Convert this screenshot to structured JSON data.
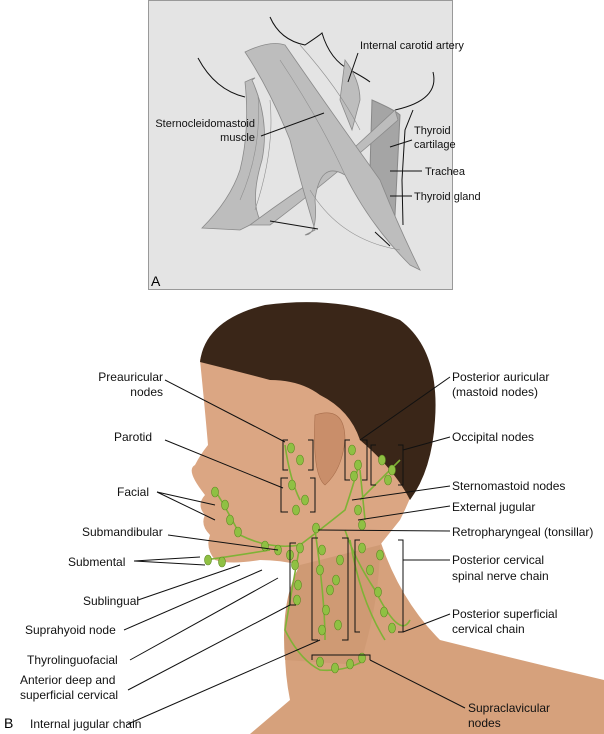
{
  "panel_a": {
    "letter": "A",
    "labels": {
      "internal_carotid": "Internal carotid artery",
      "scm_line1": "Sternocleidomastoid",
      "scm_line2": "muscle",
      "thyroid_cart_line1": "Thyroid",
      "thyroid_cart_line2": "cartilage",
      "trachea": "Trachea",
      "thyroid_gland": "Thyroid gland"
    },
    "colors": {
      "background": "#e4e4e4",
      "muscle": "#bdbdbd"
    }
  },
  "panel_b": {
    "letter": "B",
    "left_labels": {
      "preauricular_1": "Preauricular",
      "preauricular_2": "nodes",
      "parotid": "Parotid",
      "facial": "Facial",
      "submandibular": "Submandibular",
      "submental": "Submental",
      "sublingual": "Sublingual",
      "suprahyoid": "Suprahyoid node",
      "thyrolinguofacial": "Thyrolinguofacial",
      "anterior_1": "Anterior deep and",
      "anterior_2": "superficial cervical",
      "internal_jugular": "Internal jugular chain"
    },
    "right_labels": {
      "post_auricular_1": "Posterior auricular",
      "post_auricular_2": "(mastoid nodes)",
      "occipital": "Occipital nodes",
      "sternomastoid": "Sternomastoid nodes",
      "external_jugular": "External jugular",
      "retropharyngeal": "Retropharyngeal (tonsillar)",
      "post_cervical_1": "Posterior cervical",
      "post_cervical_2": "spinal nerve chain",
      "post_superficial_1": "Posterior superficial",
      "post_superficial_2": "cervical chain",
      "supraclavicular_1": "Supraclavicular",
      "supraclavicular_2": "nodes"
    },
    "colors": {
      "node": "#8fc043",
      "skin": "#d9a582",
      "hair": "#3a2618"
    }
  }
}
